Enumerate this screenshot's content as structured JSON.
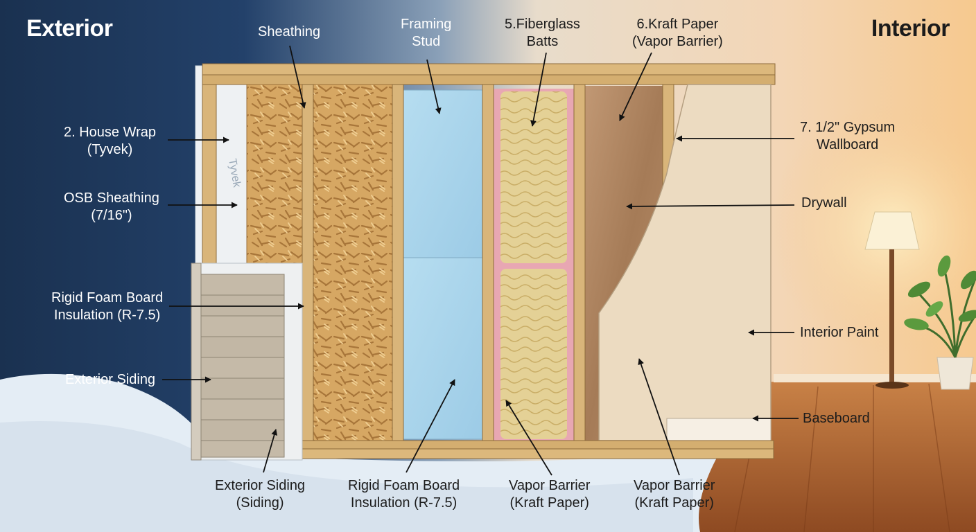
{
  "titles": {
    "exterior": "Exterior",
    "interior": "Interior"
  },
  "labels": {
    "sheathing": [
      "Sheathing"
    ],
    "framing_stud": [
      "Framing",
      "Stud"
    ],
    "fiberglass_batts": [
      "5.Fiberglass",
      "Batts"
    ],
    "kraft_paper_top": [
      "6.Kraft Paper",
      "(Vapor Barrier)"
    ],
    "house_wrap": [
      "2. House Wrap",
      "(Tyvek)"
    ],
    "osb_sheathing": [
      "OSB Sheathing",
      "(7/16\")"
    ],
    "rigid_foam_left": [
      "Rigid Foam Board",
      "Insulation (R-7.5)"
    ],
    "exterior_siding_left": [
      "Exterior Siding"
    ],
    "gypsum_wallboard": [
      "7. 1/2\" Gypsum",
      "Wallboard"
    ],
    "drywall": [
      "Drywall"
    ],
    "interior_paint": [
      "Interior Paint"
    ],
    "baseboard": [
      "Baseboard"
    ],
    "exterior_siding_bottom": [
      "Exterior Siding",
      "(Siding)"
    ],
    "rigid_foam_bottom": [
      "Rigid Foam Board",
      "Insulation (R-7.5)"
    ],
    "vapor_barrier_1": [
      "Vapor Barrier",
      "(Kraft Paper)"
    ],
    "vapor_barrier_2": [
      "Vapor Barrier",
      "(Kraft Paper)"
    ]
  },
  "wrap_text": "Tyvek",
  "colors": {
    "exterior_bg": "#1c3353",
    "interior_bg": "#f2dcc2",
    "lumber": "#d9b57a",
    "osb": "#d7a864",
    "foam": "#a9d6ec",
    "fiberglass": "#e7d49a",
    "kraft": "#b58c67",
    "gypsum": "#eddcc2",
    "siding": "#c3b8a6",
    "floor": "#b86a34"
  },
  "icons": [
    "floor-lamp-icon",
    "potted-plant-icon"
  ]
}
